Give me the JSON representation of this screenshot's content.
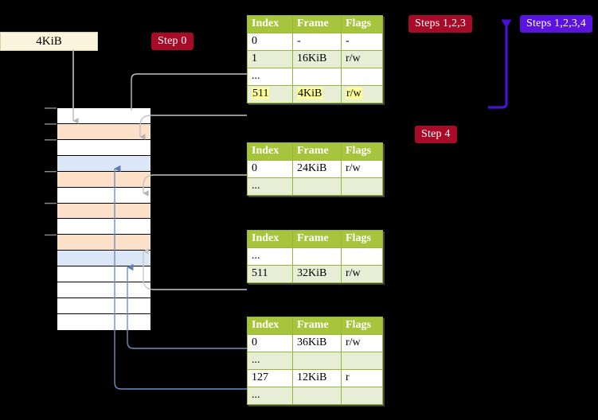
{
  "labels": {
    "kib_block": "4KiB",
    "step0": "Step 0",
    "step4": "Step 4",
    "steps123": "Steps 1,2,3",
    "steps1234": "Steps 1,2,3,4"
  },
  "colors": {
    "badge_red": "#a80b28",
    "badge_purple": "#5b14e0",
    "table_header": "#a6c53c",
    "table_tint": "#e8eed5",
    "highlight": "#ffff99",
    "mem_orange": "#fde0c8",
    "mem_blue": "#dbe7f7",
    "kib_fill": "#fdf4dd",
    "arrow_gray": "#b0b0b0",
    "arrow_blue": "#6a8fc0"
  },
  "columns": [
    "Index",
    "Frame",
    "Flags"
  ],
  "tables": [
    {
      "name": "pml4-table",
      "rows": [
        {
          "index": "0",
          "frame": "-",
          "flags": "-",
          "tint": false,
          "highlight": false
        },
        {
          "index": "1",
          "frame": "16KiB",
          "flags": "r/w",
          "tint": true,
          "highlight": false
        },
        {
          "index": "...",
          "frame": "",
          "flags": "",
          "tint": false,
          "highlight": false
        },
        {
          "index": "511",
          "frame": "4KiB",
          "flags": "r/w",
          "tint": true,
          "highlight": true
        }
      ]
    },
    {
      "name": "pdp-table",
      "rows": [
        {
          "index": "0",
          "frame": "24KiB",
          "flags": "r/w",
          "tint": false,
          "highlight": false
        },
        {
          "index": "...",
          "frame": "",
          "flags": "",
          "tint": true,
          "highlight": false
        }
      ]
    },
    {
      "name": "pd-table",
      "rows": [
        {
          "index": "...",
          "frame": "",
          "flags": "",
          "tint": false,
          "highlight": false
        },
        {
          "index": "511",
          "frame": "32KiB",
          "flags": "r/w",
          "tint": true,
          "highlight": false
        }
      ]
    },
    {
      "name": "pt-table",
      "rows": [
        {
          "index": "0",
          "frame": "36KiB",
          "flags": "r/w",
          "tint": false,
          "highlight": false
        },
        {
          "index": "...",
          "frame": "",
          "flags": "",
          "tint": true,
          "highlight": false
        },
        {
          "index": "127",
          "frame": "12KiB",
          "flags": "r",
          "tint": false,
          "highlight": false
        },
        {
          "index": "...",
          "frame": "",
          "flags": "",
          "tint": true,
          "highlight": false
        }
      ]
    }
  ],
  "memory_rows": [
    {
      "fill": "white",
      "tick": true
    },
    {
      "fill": "orange",
      "tick": true
    },
    {
      "fill": "white",
      "tick": true
    },
    {
      "fill": "blue",
      "tick": false
    },
    {
      "fill": "orange",
      "tick": true
    },
    {
      "fill": "white",
      "tick": false
    },
    {
      "fill": "orange",
      "tick": true
    },
    {
      "fill": "white",
      "tick": false
    },
    {
      "fill": "orange",
      "tick": true
    },
    {
      "fill": "blue",
      "tick": false
    },
    {
      "fill": "white",
      "tick": false
    },
    {
      "fill": "white",
      "tick": false
    },
    {
      "fill": "white",
      "tick": false
    },
    {
      "fill": "white",
      "tick": false
    }
  ]
}
